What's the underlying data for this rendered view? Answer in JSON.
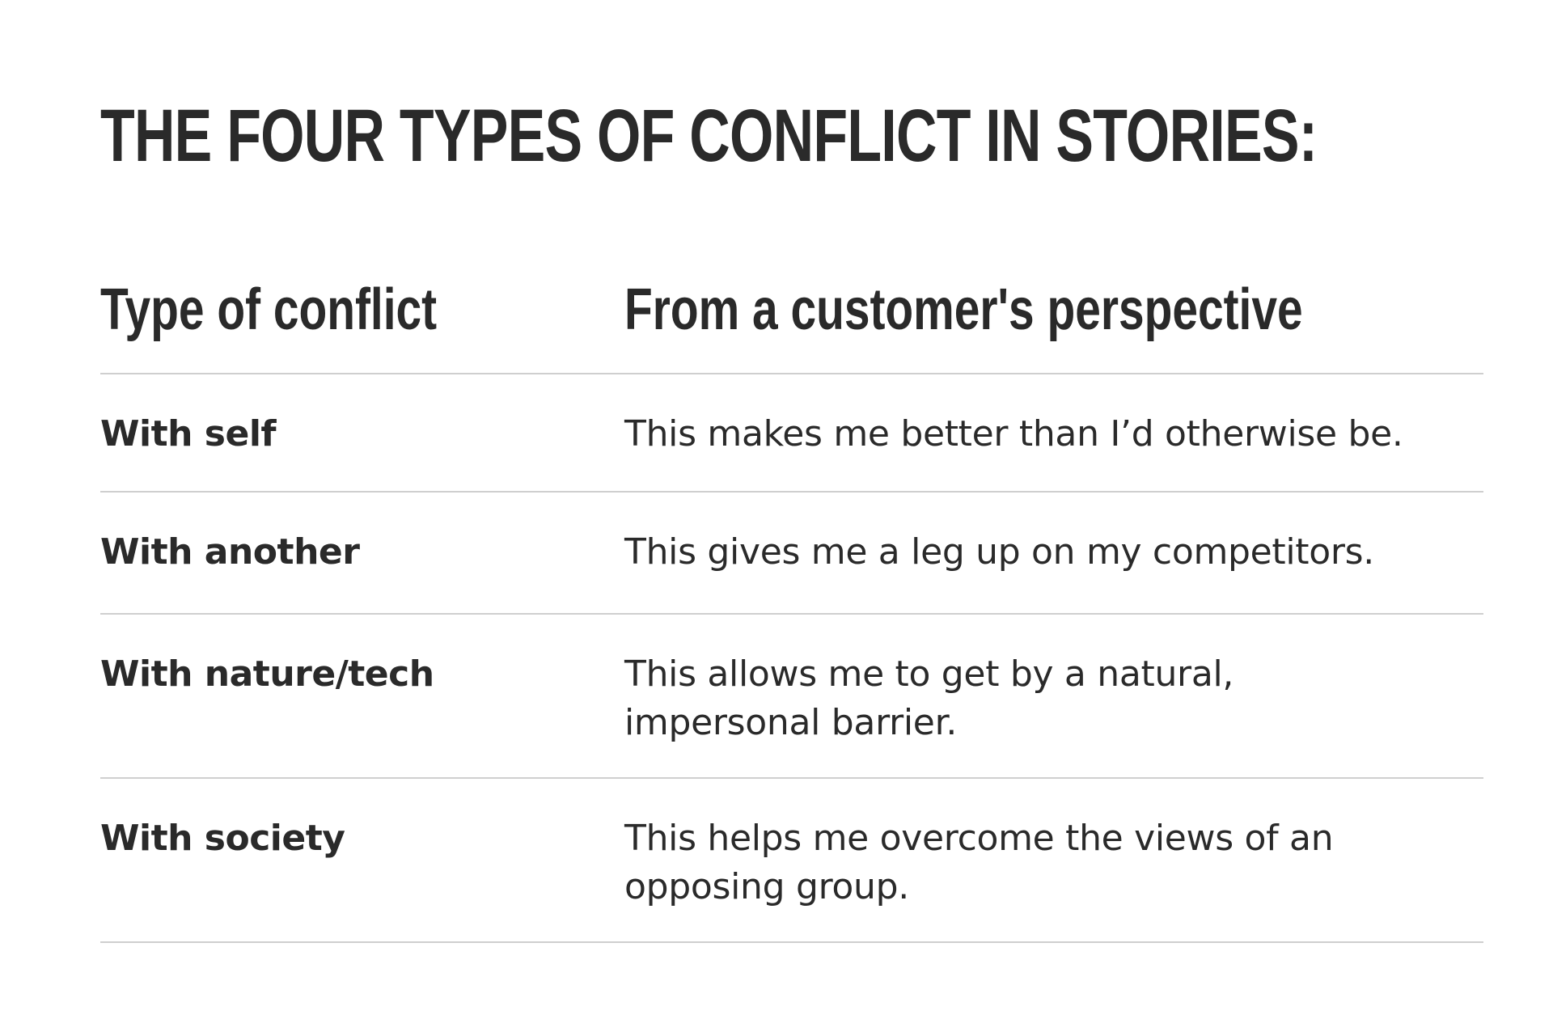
{
  "title": "THE FOUR TYPES OF CONFLICT IN STORIES:",
  "table": {
    "headers": [
      "Type of conflict",
      "From a customer's perspective"
    ],
    "rows": [
      {
        "type": "With self",
        "description": "This makes me better than I’d otherwise be."
      },
      {
        "type": "With another",
        "description": "This gives me a leg up on my competitors."
      },
      {
        "type": "With nature/tech",
        "description": "This allows me to get by a natural, impersonal barrier."
      },
      {
        "type": "With society",
        "description": "This helps me overcome the views of an opposing group."
      }
    ]
  }
}
